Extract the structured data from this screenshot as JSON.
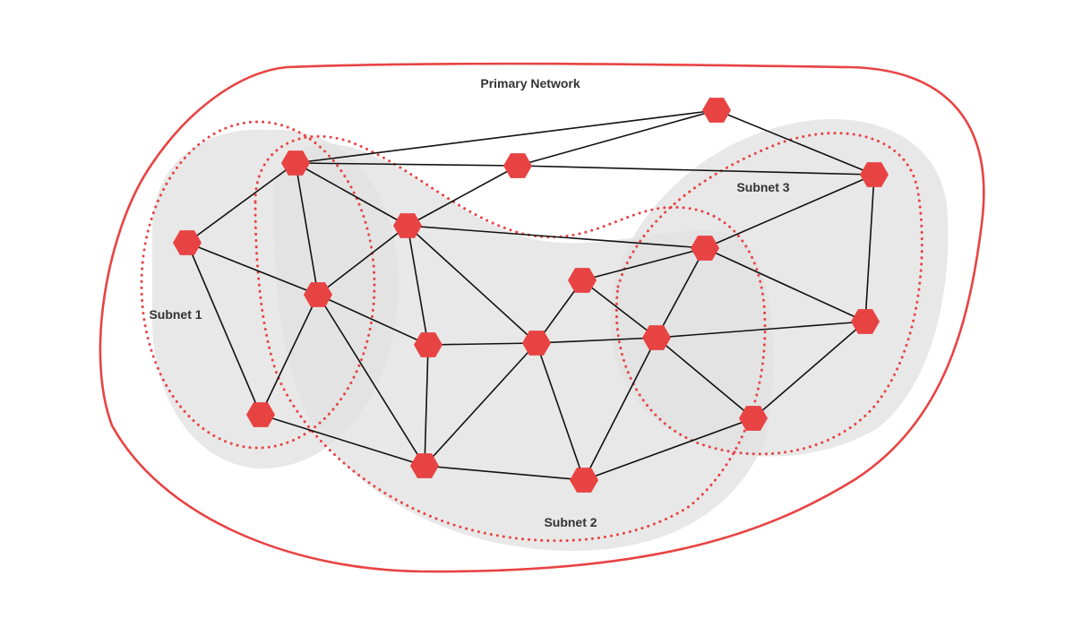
{
  "colors": {
    "accent": "#e84343",
    "subnet_fill": "#e2e2e2",
    "edge": "#111111",
    "label": "#333333"
  },
  "labels": {
    "primary": "Primary Network",
    "subnet1": "Subnet 1",
    "subnet2": "Subnet 2",
    "subnet3": "Subnet 3"
  },
  "nodes": [
    "node-1",
    "node-2",
    "node-3",
    "node-4",
    "node-5",
    "node-6",
    "node-7",
    "node-8",
    "node-9",
    "node-10",
    "node-11",
    "node-12",
    "node-13",
    "node-14",
    "node-15",
    "node-16",
    "node-17",
    "node-18"
  ],
  "edges": [
    [
      "node-1",
      "node-3"
    ],
    [
      "node-1",
      "node-12"
    ],
    [
      "node-2",
      "node-3"
    ],
    [
      "node-2",
      "node-4"
    ],
    [
      "node-2",
      "node-11"
    ],
    [
      "node-3",
      "node-4"
    ],
    [
      "node-3",
      "node-6"
    ],
    [
      "node-4",
      "node-6"
    ],
    [
      "node-4",
      "node-5"
    ],
    [
      "node-4",
      "node-8"
    ],
    [
      "node-4",
      "node-9"
    ],
    [
      "node-4",
      "node-11"
    ],
    [
      "node-5",
      "node-6"
    ],
    [
      "node-5",
      "node-7"
    ],
    [
      "node-6",
      "node-7"
    ],
    [
      "node-6",
      "node-10"
    ],
    [
      "node-7",
      "node-9"
    ],
    [
      "node-7",
      "node-10"
    ],
    [
      "node-7",
      "node-17"
    ],
    [
      "node-7",
      "node-13"
    ],
    [
      "node-8",
      "node-10"
    ],
    [
      "node-8",
      "node-11"
    ],
    [
      "node-8",
      "node-9"
    ],
    [
      "node-9",
      "node-10"
    ],
    [
      "node-9",
      "node-13"
    ],
    [
      "node-9",
      "node-16"
    ],
    [
      "node-9",
      "node-17"
    ],
    [
      "node-10",
      "node-11"
    ],
    [
      "node-10",
      "node-16"
    ],
    [
      "node-10",
      "node-15"
    ],
    [
      "node-11",
      "node-12"
    ],
    [
      "node-11",
      "node-13"
    ],
    [
      "node-12",
      "node-13"
    ],
    [
      "node-13",
      "node-14"
    ],
    [
      "node-14",
      "node-15"
    ],
    [
      "node-15",
      "node-16"
    ],
    [
      "node-16",
      "node-17"
    ],
    [
      "node-17",
      "node-18"
    ]
  ]
}
